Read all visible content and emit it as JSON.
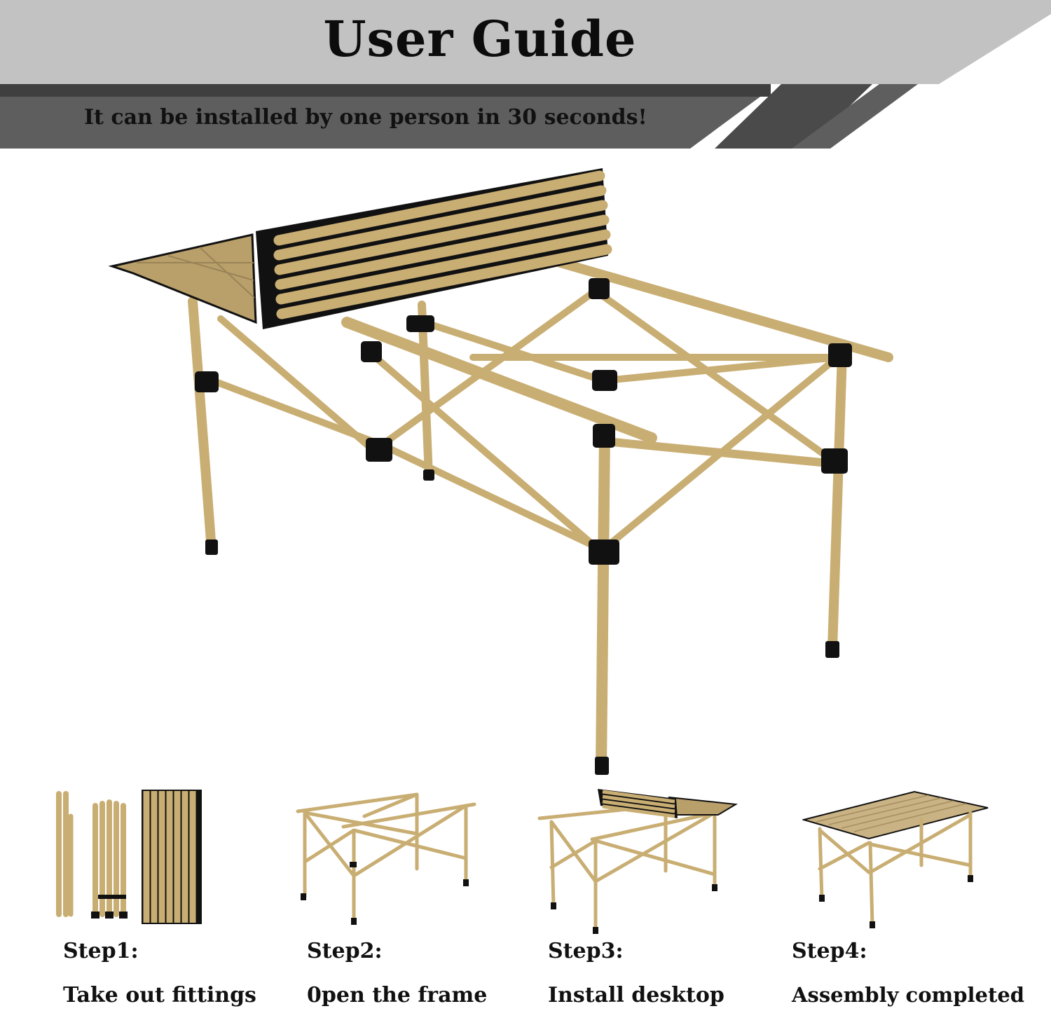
{
  "banner": {
    "title": "User Guide",
    "subtitle": "It can be installed by one person in 30 seconds!",
    "colors": {
      "light": "#c2c2c2",
      "dark": "#5e5e5e",
      "darkest": "#3f3f3f"
    }
  },
  "product": {
    "frame_color": "#c9ae73",
    "joint_color": "#111111"
  },
  "steps": [
    {
      "label": "Step1:",
      "desc": "Take out fittings"
    },
    {
      "label": "Step2:",
      "desc": "0pen the frame"
    },
    {
      "label": "Step3:",
      "desc": "Install desktop"
    },
    {
      "label": "Step4:",
      "desc": "Assembly completed"
    }
  ]
}
